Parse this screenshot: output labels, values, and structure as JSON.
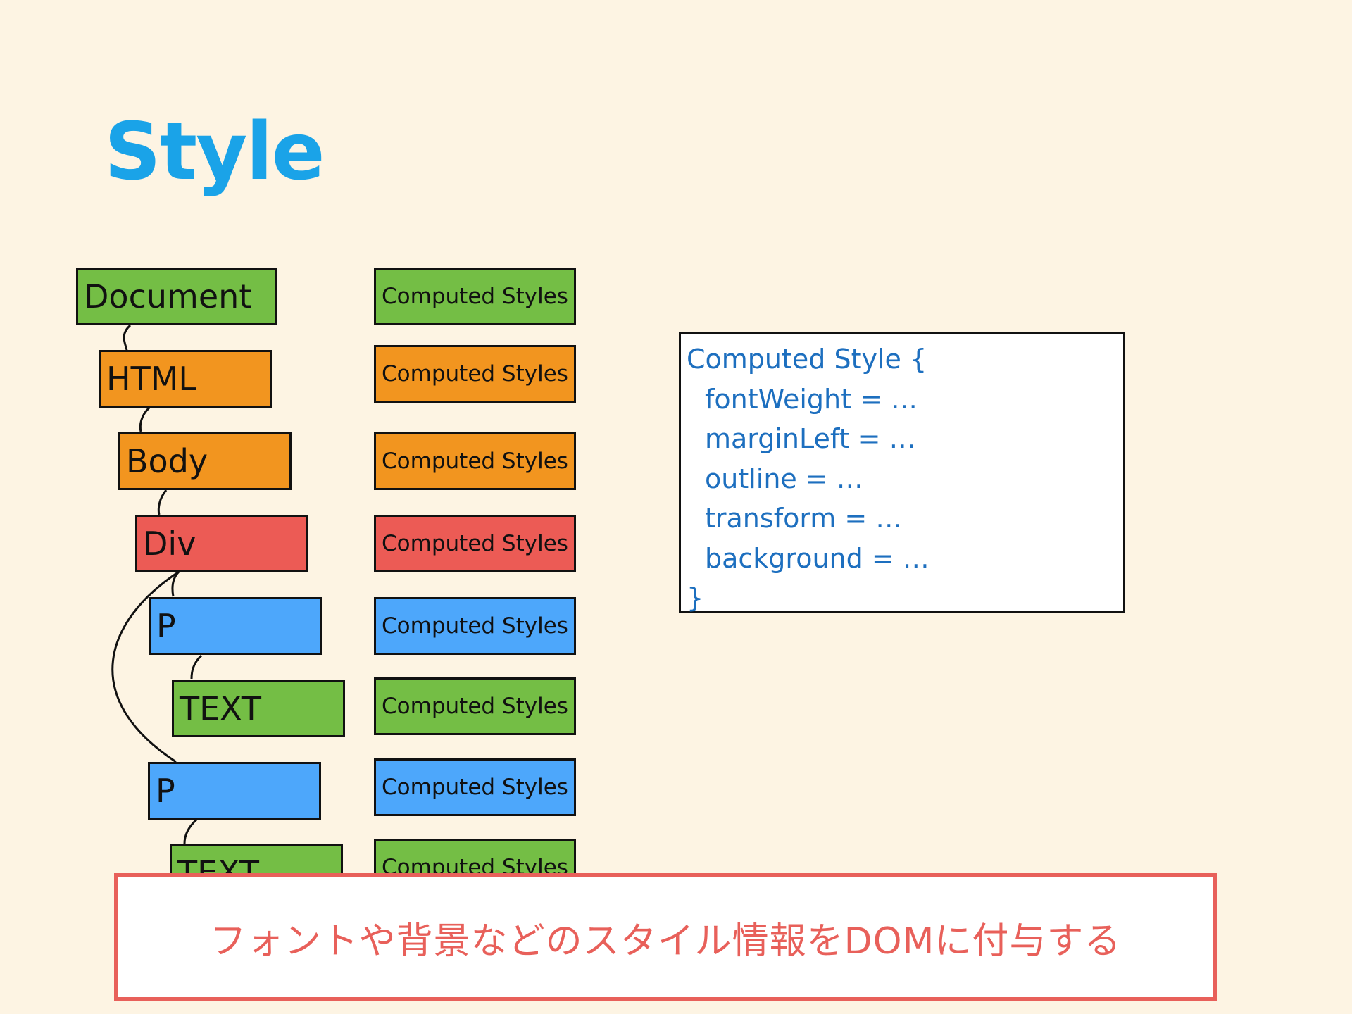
{
  "title": "Style",
  "colors": {
    "green": "#74be45",
    "orange": "#f2951f",
    "red": "#ec5b55",
    "blue": "#4da7fb",
    "title_blue": "#1aa3e8",
    "code_blue": "#1d6fbf",
    "caption_red": "#e8605a"
  },
  "tree": [
    {
      "label": "Document",
      "color": "green"
    },
    {
      "label": "HTML",
      "color": "orange"
    },
    {
      "label": "Body",
      "color": "orange"
    },
    {
      "label": "Div",
      "color": "red"
    },
    {
      "label": "P",
      "color": "blue"
    },
    {
      "label": "TEXT",
      "color": "green"
    },
    {
      "label": "P",
      "color": "blue"
    },
    {
      "label": "TEXT",
      "color": "green"
    }
  ],
  "computed_label": "Computed Styles",
  "style_box": {
    "open": "Computed Style {",
    "props": [
      "fontWeight = …",
      "marginLeft = …",
      "outline = …",
      "transform = …",
      "background = …"
    ],
    "close": "}"
  },
  "caption": "フォントや背景などのスタイル情報をDOMに付与する"
}
